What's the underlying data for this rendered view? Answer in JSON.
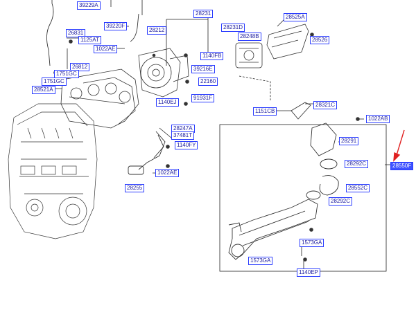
{
  "labels": {
    "l39229A": "39229A",
    "l28231": "28231",
    "l28525A": "28525A",
    "l39220F": "39220F",
    "l28212": "28212",
    "l28231D": "28231D",
    "l28248B": "28248B",
    "l26831": "26831",
    "l1125AT": "1125AT",
    "l28526": "28526",
    "l1022AE_top": "1022AE",
    "l1140FB": "1140FB",
    "l26812": "26812",
    "l39216E": "39216E",
    "l1751GC_a": "1751GC",
    "l1751GC_b": "1751GC",
    "l22160": "22160",
    "l28521A": "28521A",
    "l91931F": "91931F",
    "l1140EJ": "1140EJ",
    "l28321C": "28321C",
    "l1151CB": "1151CB",
    "l1022AB": "1022AB",
    "l28247A": "28247A",
    "l37481T": "37481T",
    "l28291": "28291",
    "l1140FY": "1140FY",
    "l28292C_a": "28292C",
    "l28550F": "28550F",
    "l1022AE_bot": "1022AE",
    "l28255": "28255",
    "l28552C": "28552C",
    "l28292C_b": "28292C",
    "l1573GA_a": "1573GA",
    "l1573GA_b": "1573GA",
    "l1140EP": "1140EP"
  },
  "colors": {
    "label_border": "#2a3cff",
    "label_text": "#1a1aa0",
    "selected_fill": "#3d52ff",
    "arrow": "#e02020",
    "lines": "#222222"
  }
}
